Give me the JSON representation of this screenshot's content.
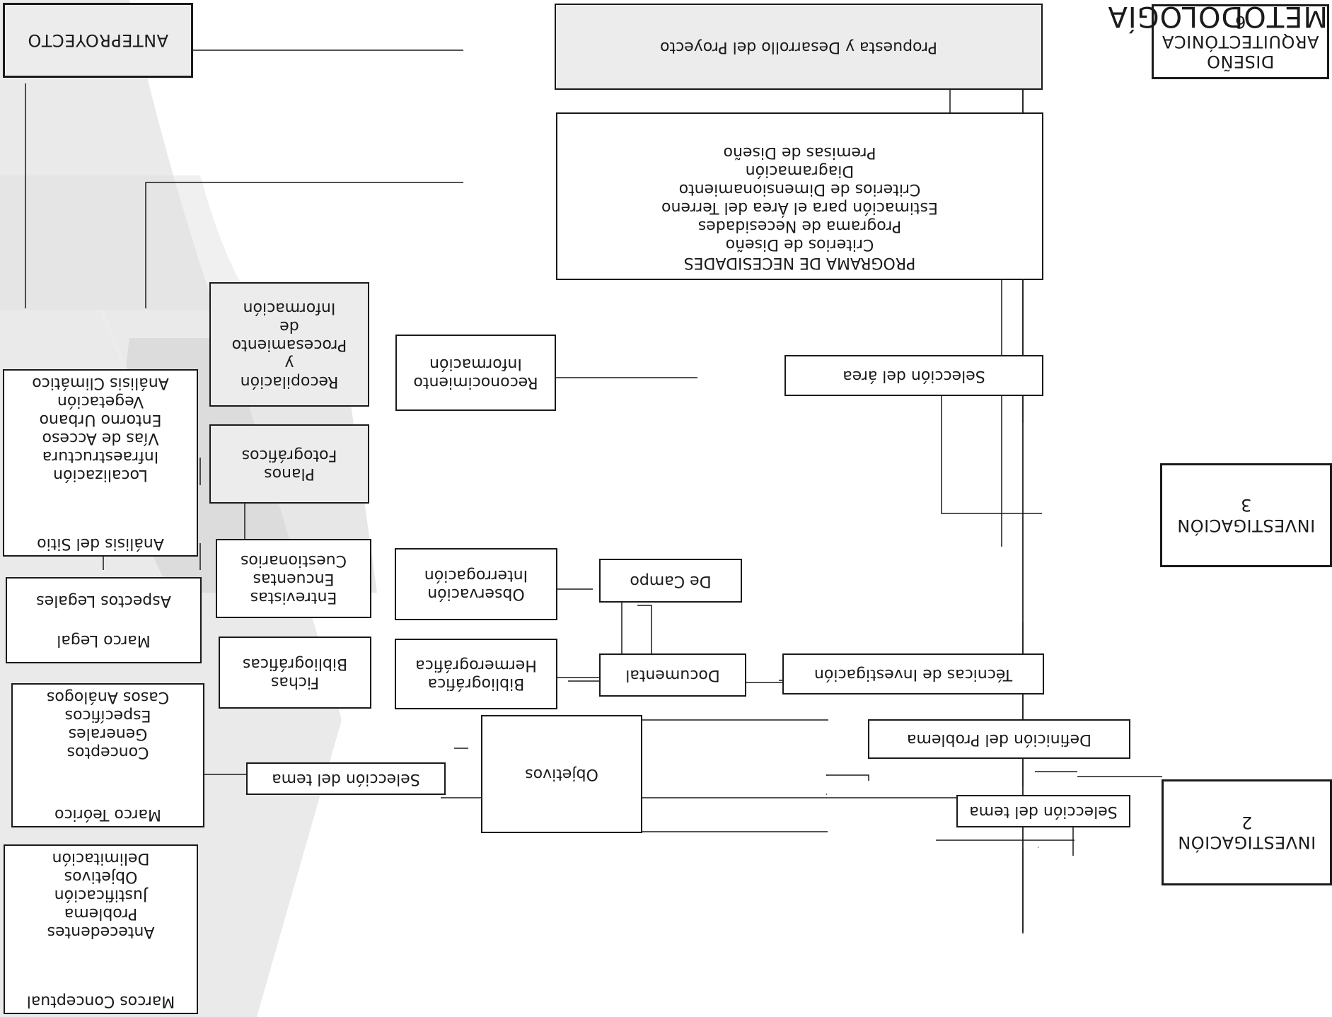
{
  "title": "METODOLOGÍA",
  "headers": {
    "investigacion2": {
      "label": "INVESTIGACIÓN",
      "number": "2"
    },
    "investigacion3": {
      "label": "INVESTIGACIÓN",
      "number": "3"
    },
    "diseno6": {
      "label1": "DISEÑO",
      "label2": "ARQUITECTÓNICA",
      "number": "6"
    },
    "anteproyecto": "ANTEPROYECTO"
  },
  "nodes": {
    "seleccion_tema_right": "Selección del tema",
    "definicion_problema": "Definición del Problema",
    "objetivos": "Objetivos",
    "seleccion_tema_left": "Selección del tema",
    "tecnicas_investigacion": "Técnicas de Investigación",
    "documental": "Documental",
    "de_campo": "De Campo",
    "bibliografica": [
      "Bibliográfica",
      "Hermerográfica"
    ],
    "observacion": [
      "Observación",
      "Interrogación"
    ],
    "fichas": [
      "Fichas",
      "Bibliográficas"
    ],
    "entrevistas": [
      "Entrevistas",
      "Encuentas",
      "Cuestionarios"
    ],
    "planos": [
      "Planos",
      "Fotográficos"
    ],
    "recopilacion": [
      "Recopilación",
      "y",
      "Procesamiento",
      "de",
      "Información"
    ],
    "seleccion_area": "Selección del área",
    "reconocimiento": [
      "Reconocimiento",
      "Información"
    ],
    "programa": [
      "PROGRAMA DE NECESIDADES",
      "Criterios de Diseño",
      "Programa de Necesidades",
      "Estimación para el Área del Terreno",
      "Criterios de Dimensionamiento",
      "Diagramación",
      "Premisas de Diseño"
    ],
    "propuesta": "Propuesta y Desarrollo del Proyecto",
    "marcos_conceptual": {
      "heading": "Marcos Conceptual",
      "items": [
        "Antecedentes",
        "Problema",
        "Justificación",
        "Objetivos",
        "Delimitación"
      ]
    },
    "marco_teorico": {
      "heading": "Marco Teórico",
      "items": [
        "Conceptos",
        "Generales",
        "Específicos",
        "Casos Análogos"
      ]
    },
    "marco_legal": {
      "heading": "Marco Legal",
      "items": [
        "Aspectos Legales"
      ]
    },
    "analisis_sitio": {
      "heading": "Análisis del Sitio",
      "items": [
        "Localización",
        "Infraestructura",
        "Vías de Acceso",
        "Entorno Urbano",
        "Vegetación",
        "Análisis Climático"
      ]
    }
  },
  "colors": {
    "line": "#1a1a1a",
    "box_fill": "#ffffff",
    "box_fill_gray": "#ececec",
    "background_art": "#d4d4d4"
  }
}
